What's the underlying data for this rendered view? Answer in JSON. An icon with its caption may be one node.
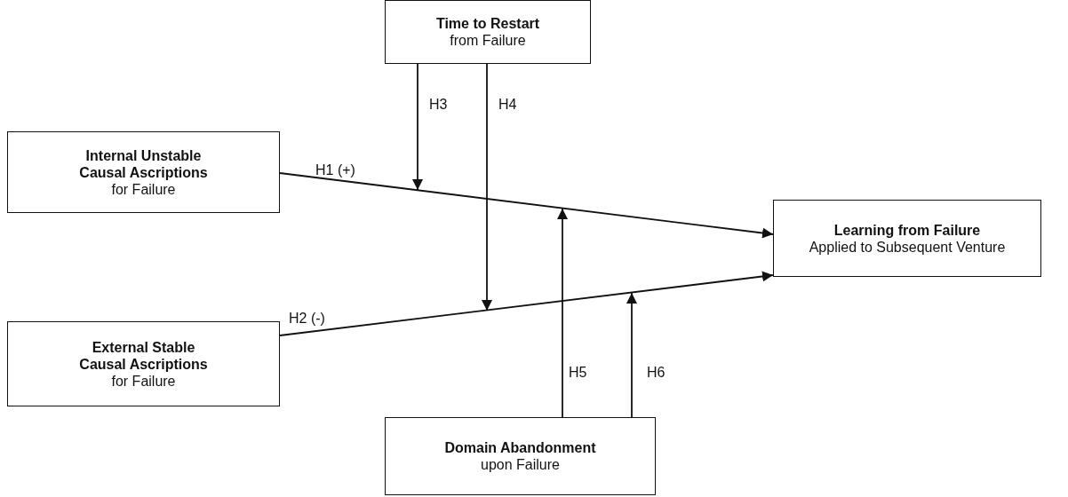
{
  "diagram": {
    "nodes": [
      {
        "text": [
          "Time to Restart",
          "from Failure"
        ]
      },
      {
        "text": [
          "Internal Unstable Causal Ascriptions",
          "for Failure"
        ]
      },
      {
        "text": [
          "External Stable Causal Ascriptions",
          "for Failure"
        ]
      },
      {
        "text": [
          "Learning from Failure",
          "Applied to Subsequent Venture"
        ]
      },
      {
        "text": [
          "Domain Abandonment",
          "upon Failure"
        ]
      }
    ],
    "edges": [
      {
        "from": 1,
        "to": 3,
        "arrow": "to",
        "label": "H1 (+)"
      },
      {
        "from": 2,
        "to": 3,
        "arrow": "to",
        "label": "H2 (-)"
      },
      {
        "from": 0,
        "to": null,
        "arrow": "to",
        "label": "H3"
      },
      {
        "from": 0,
        "to": null,
        "arrow": "to",
        "label": "H4"
      },
      {
        "from": 4,
        "to": null,
        "arrow": "to",
        "label": "H5"
      },
      {
        "from": 4,
        "to": null,
        "arrow": "to",
        "label": "H6"
      }
    ]
  }
}
